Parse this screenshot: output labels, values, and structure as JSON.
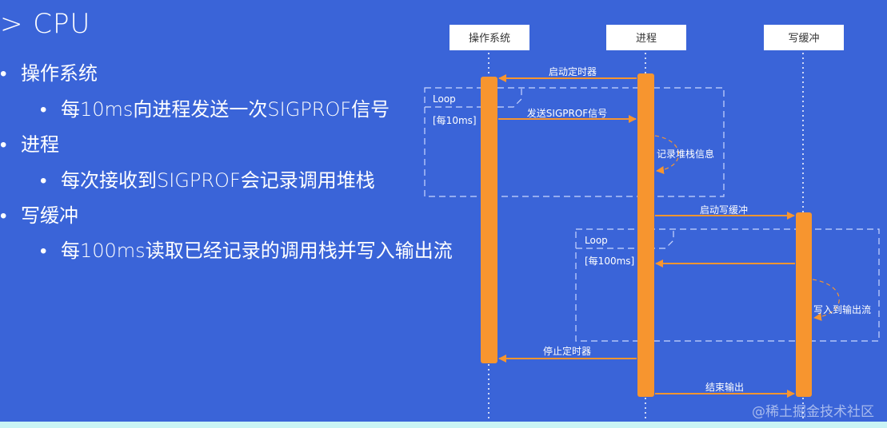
{
  "slide": {
    "title": "> CPU",
    "bullets": [
      {
        "level": 1,
        "text": "操作系统"
      },
      {
        "level": 2,
        "text": "每10ms向进程发送一次SIGPROF信号"
      },
      {
        "level": 1,
        "text": "进程"
      },
      {
        "level": 2,
        "text": "每次接收到SIGPROF会记录调用堆栈"
      },
      {
        "level": 1,
        "text": "写缓冲"
      },
      {
        "level": 2,
        "text": "每100ms读取已经记录的调用栈并写入输出流"
      }
    ],
    "bullet_glyph": "•"
  },
  "diagram": {
    "participants": [
      "操作系统",
      "进程",
      "写缓冲"
    ],
    "messages": {
      "start_timer": "启动定时器",
      "send_signal": "发送SIGPROF信号",
      "record_stack": "记录堆栈信息",
      "start_buffer": "启动写缓冲",
      "write_output": "写入到输出流",
      "stop_timer": "停止定时器",
      "end_output": "结束输出"
    },
    "loops": [
      {
        "label": "Loop",
        "guard": "[每10ms]"
      },
      {
        "label": "Loop",
        "guard": "[每100ms]"
      }
    ],
    "colors": {
      "lifeline_box_bg": "#ffffff",
      "activation": "#f7952f",
      "arrow": "#f7952f",
      "loop_border": "#c9d6ff"
    }
  },
  "watermark": "@稀土掘金技术社区"
}
